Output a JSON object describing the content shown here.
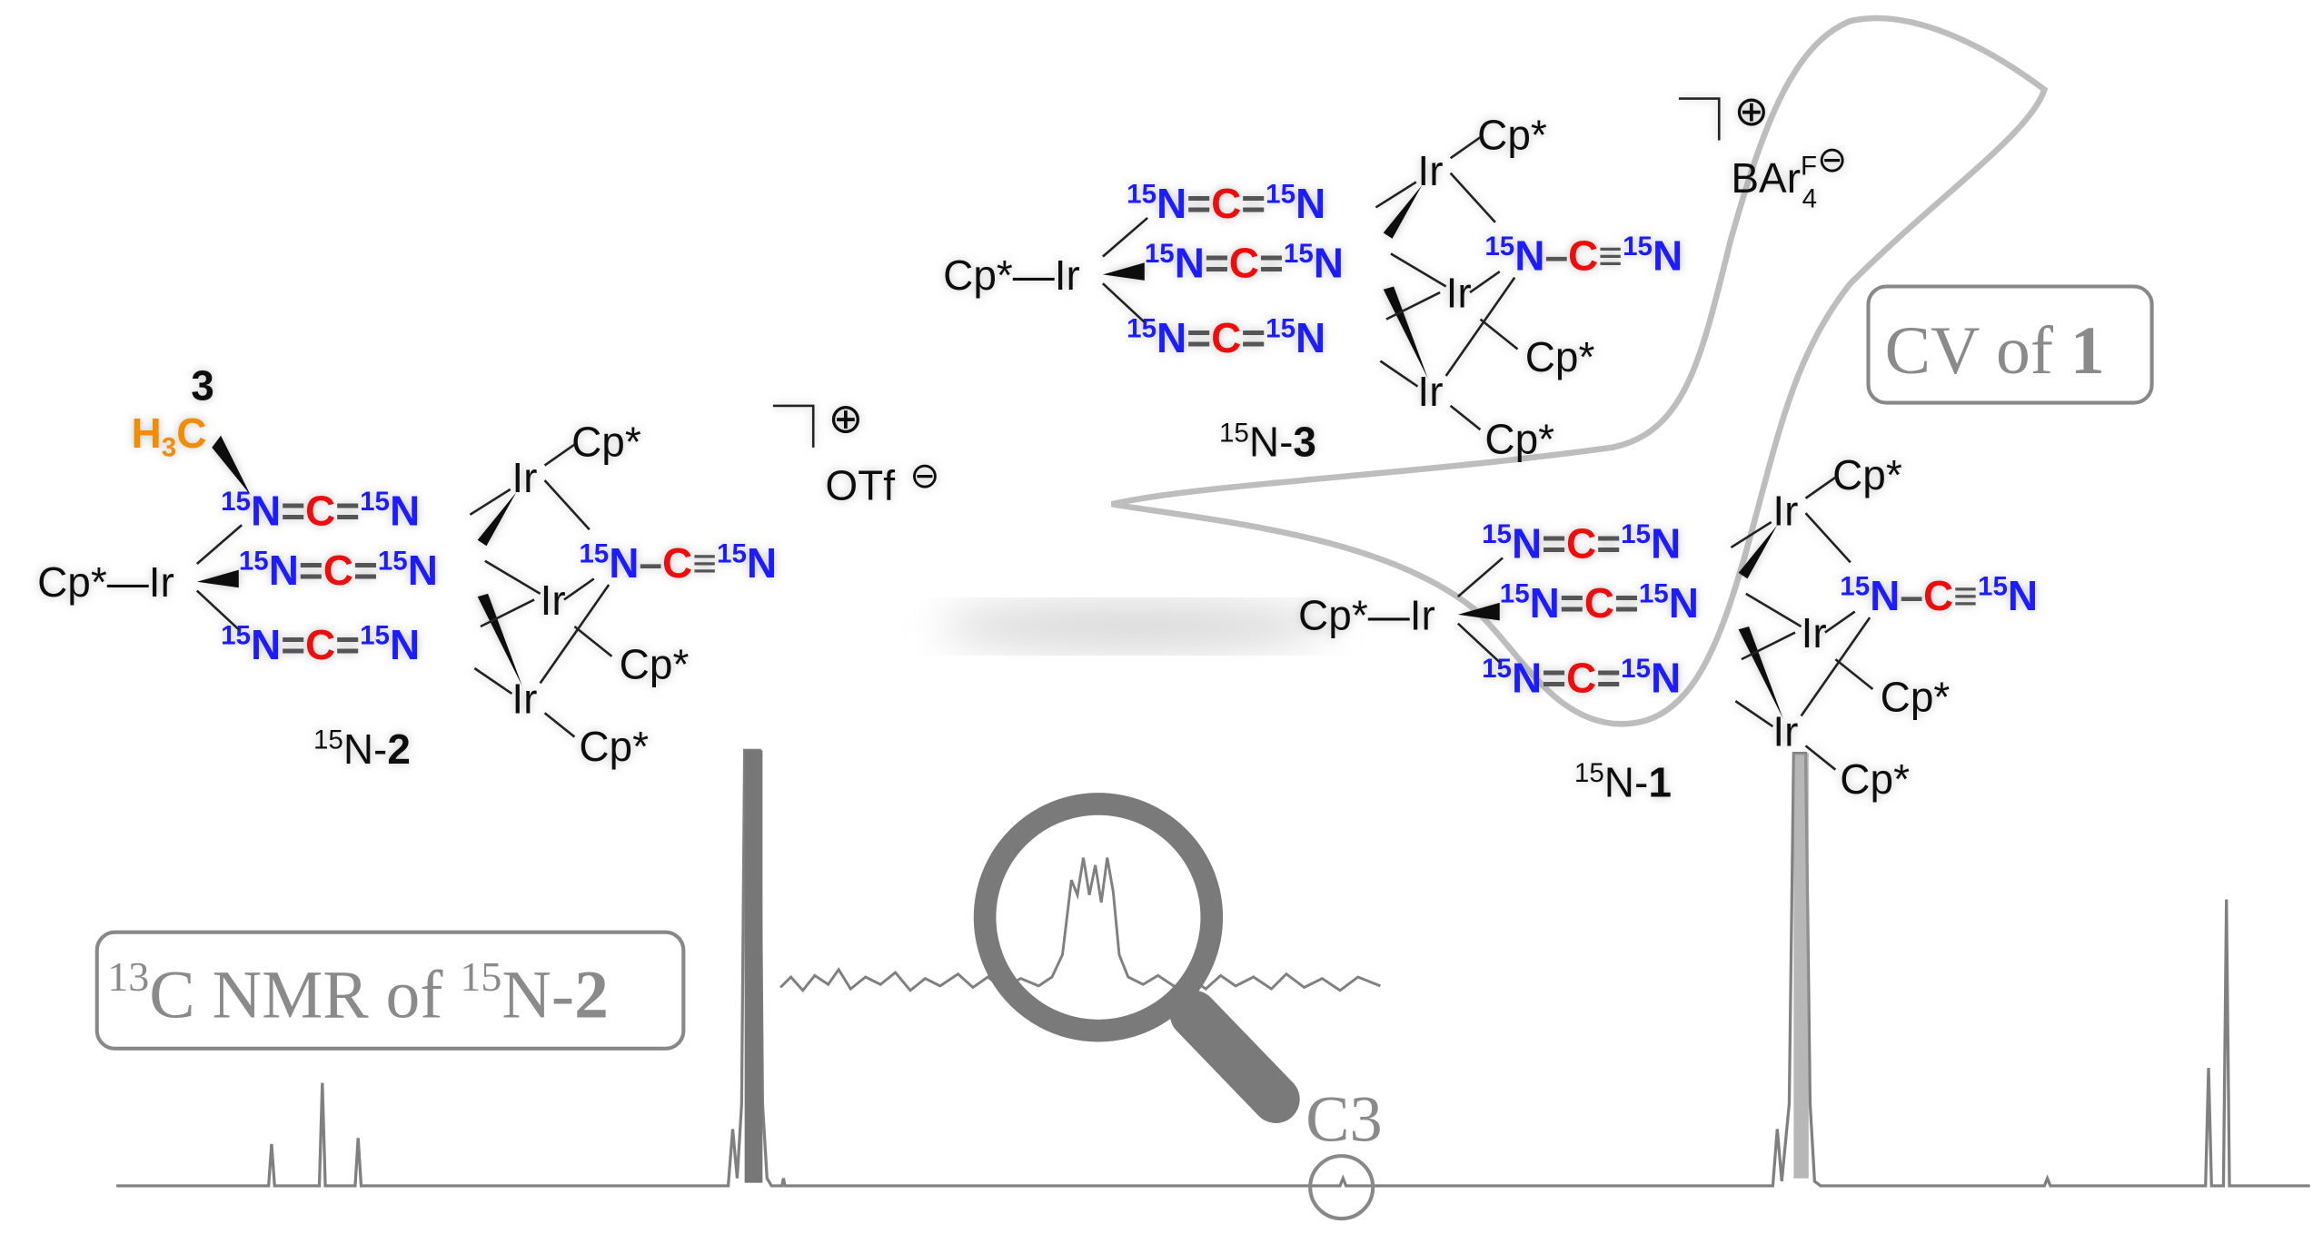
{
  "figure": {
    "nmr_box": {
      "sup1": "13",
      "text1": "C NMR of ",
      "sup2": "15",
      "text2": "N-",
      "bold": "2"
    },
    "cv_box": {
      "text": "CV of ",
      "bold": "1"
    },
    "c3_label": "C3",
    "colors": {
      "nitrogen": "#1a1aff",
      "carbon": "#ee1111",
      "methyl": "#f28c00",
      "trace": "#888888"
    }
  },
  "molecules": [
    {
      "id": "2",
      "iso": "15",
      "label_prefix": "N-",
      "label_bold": "2",
      "counterion": "OTf",
      "cation_sign": "⊕",
      "anion_sign": "⊖",
      "methyl": {
        "number": "3",
        "text": "H",
        "sub": "3",
        "c": "C"
      }
    },
    {
      "id": "3",
      "iso": "15",
      "label_prefix": "N-",
      "label_bold": "3",
      "counterion": "BAr",
      "counterion_sup": "F",
      "counterion_sub": "4",
      "cation_sign": "⊕",
      "anion_sign": "⊖"
    },
    {
      "id": "1",
      "iso": "15",
      "label_prefix": "N-",
      "label_bold": "1"
    }
  ],
  "atoms": {
    "cp": "Cp*",
    "ir": "Ir",
    "n": "N",
    "c": "C",
    "dbl": "=",
    "trp": "≡",
    "single": "–",
    "dash": "—"
  }
}
